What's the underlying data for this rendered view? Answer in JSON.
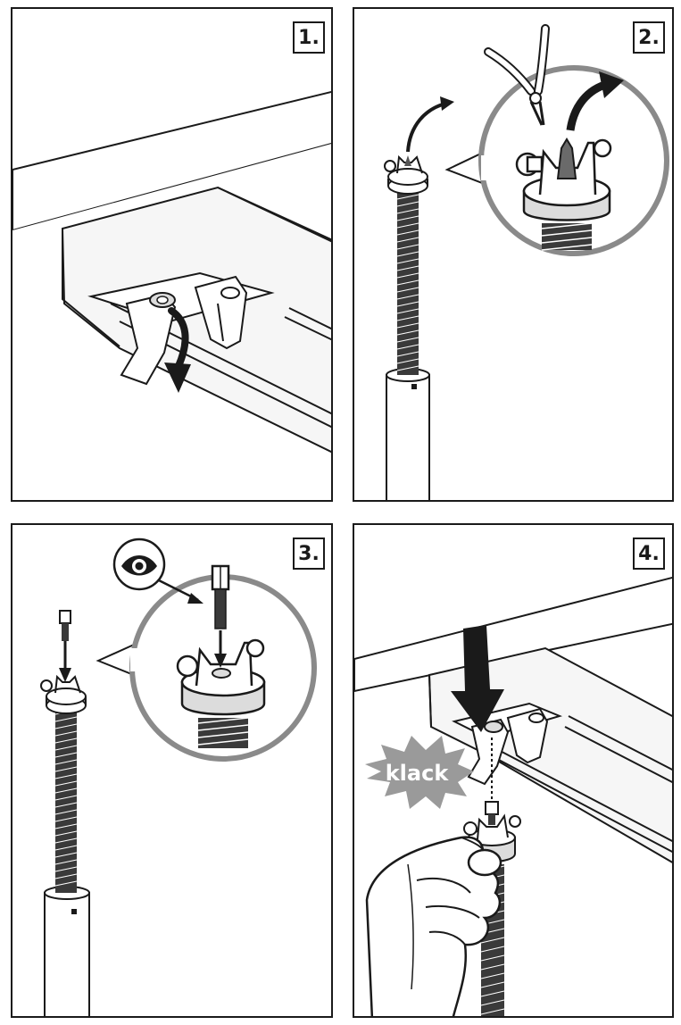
{
  "steps": [
    {
      "label": "1."
    },
    {
      "label": "2."
    },
    {
      "label": "3."
    },
    {
      "label": "4."
    }
  ],
  "sound_effect": "klack",
  "icons": {
    "step2": "pliers-icon",
    "step3": "eye-icon"
  },
  "colors": {
    "ink": "#1a1a1a",
    "arrow": "#1a1a1a",
    "shade": "#d8d8d8",
    "burst": "#9a9a9a"
  }
}
